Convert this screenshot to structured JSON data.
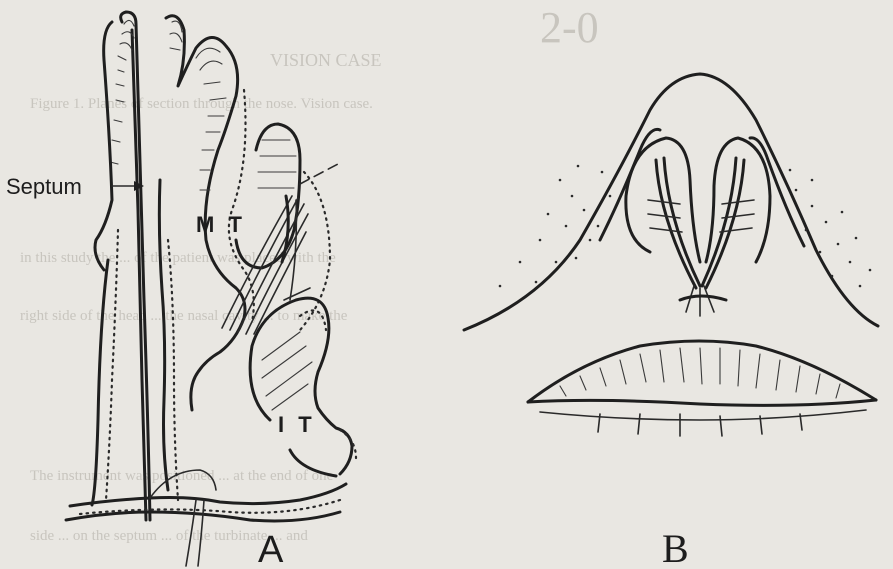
{
  "labels": {
    "septum": "Septum",
    "middle_turbinate": "M T",
    "inferior_turbinate": "I T",
    "panel_a": "A",
    "panel_b": "B"
  },
  "show_through_text": {
    "heading": "2-0",
    "subheading": "VISION CASE",
    "line1": "Figure 1. Planes of section through the nose. Vision case.",
    "line2": "in this study the ... of the patient was placed with the",
    "line3": "right side of the head ... the nasal cavity ... to make the",
    "line4": "The instrument was positioned ... at the end of one",
    "line5": "side ... on the septum ... of the turbinate ... and"
  },
  "colors": {
    "paper": "#e9e7e2",
    "ink": "#1f1f1f",
    "bleed": "#bdbab3"
  }
}
